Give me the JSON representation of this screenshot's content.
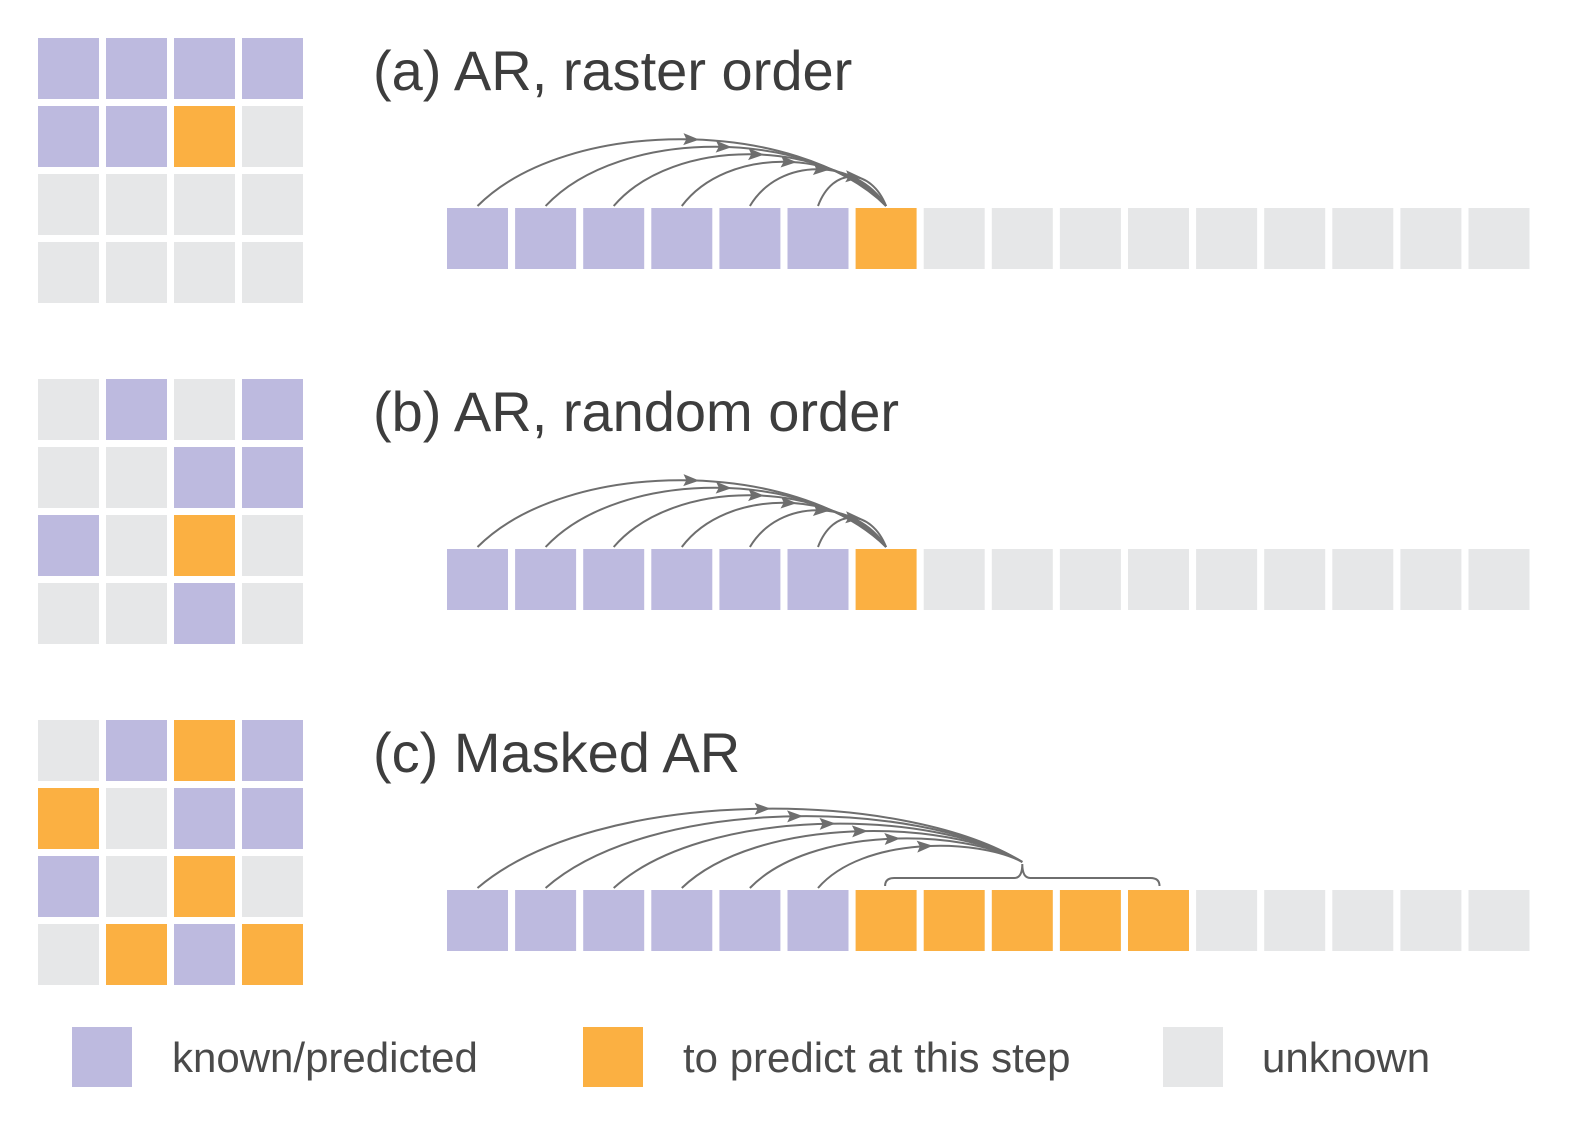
{
  "colors": {
    "known": "#bdbadf",
    "predict": "#fbb042",
    "unknown": "#e6e7e8",
    "arrow": "#6e6e6e"
  },
  "panels": [
    {
      "title": "(a) AR, raster order",
      "grid": [
        [
          "known",
          "known",
          "known",
          "known"
        ],
        [
          "known",
          "known",
          "predict",
          "unknown"
        ],
        [
          "unknown",
          "unknown",
          "unknown",
          "unknown"
        ],
        [
          "unknown",
          "unknown",
          "unknown",
          "unknown"
        ]
      ],
      "sequence": [
        "known",
        "known",
        "known",
        "known",
        "known",
        "known",
        "predict",
        "unknown",
        "unknown",
        "unknown",
        "unknown",
        "unknown",
        "unknown",
        "unknown",
        "unknown",
        "unknown"
      ],
      "context_count": 6,
      "target_indices": [
        6
      ]
    },
    {
      "title": "(b) AR, random order",
      "grid": [
        [
          "unknown",
          "known",
          "unknown",
          "known"
        ],
        [
          "unknown",
          "unknown",
          "known",
          "known"
        ],
        [
          "known",
          "unknown",
          "predict",
          "unknown"
        ],
        [
          "unknown",
          "unknown",
          "known",
          "unknown"
        ]
      ],
      "sequence": [
        "known",
        "known",
        "known",
        "known",
        "known",
        "known",
        "predict",
        "unknown",
        "unknown",
        "unknown",
        "unknown",
        "unknown",
        "unknown",
        "unknown",
        "unknown",
        "unknown"
      ],
      "context_count": 6,
      "target_indices": [
        6
      ]
    },
    {
      "title": "(c) Masked AR",
      "grid": [
        [
          "unknown",
          "known",
          "predict",
          "known"
        ],
        [
          "predict",
          "unknown",
          "known",
          "known"
        ],
        [
          "known",
          "unknown",
          "predict",
          "unknown"
        ],
        [
          "unknown",
          "predict",
          "known",
          "predict"
        ]
      ],
      "sequence": [
        "known",
        "known",
        "known",
        "known",
        "known",
        "known",
        "predict",
        "predict",
        "predict",
        "predict",
        "predict",
        "unknown",
        "unknown",
        "unknown",
        "unknown",
        "unknown"
      ],
      "context_count": 6,
      "target_indices": [
        6,
        7,
        8,
        9,
        10
      ]
    }
  ],
  "legend": [
    {
      "state": "known",
      "label": "known/predicted"
    },
    {
      "state": "predict",
      "label": "to predict at this step"
    },
    {
      "state": "unknown",
      "label": "unknown"
    }
  ]
}
